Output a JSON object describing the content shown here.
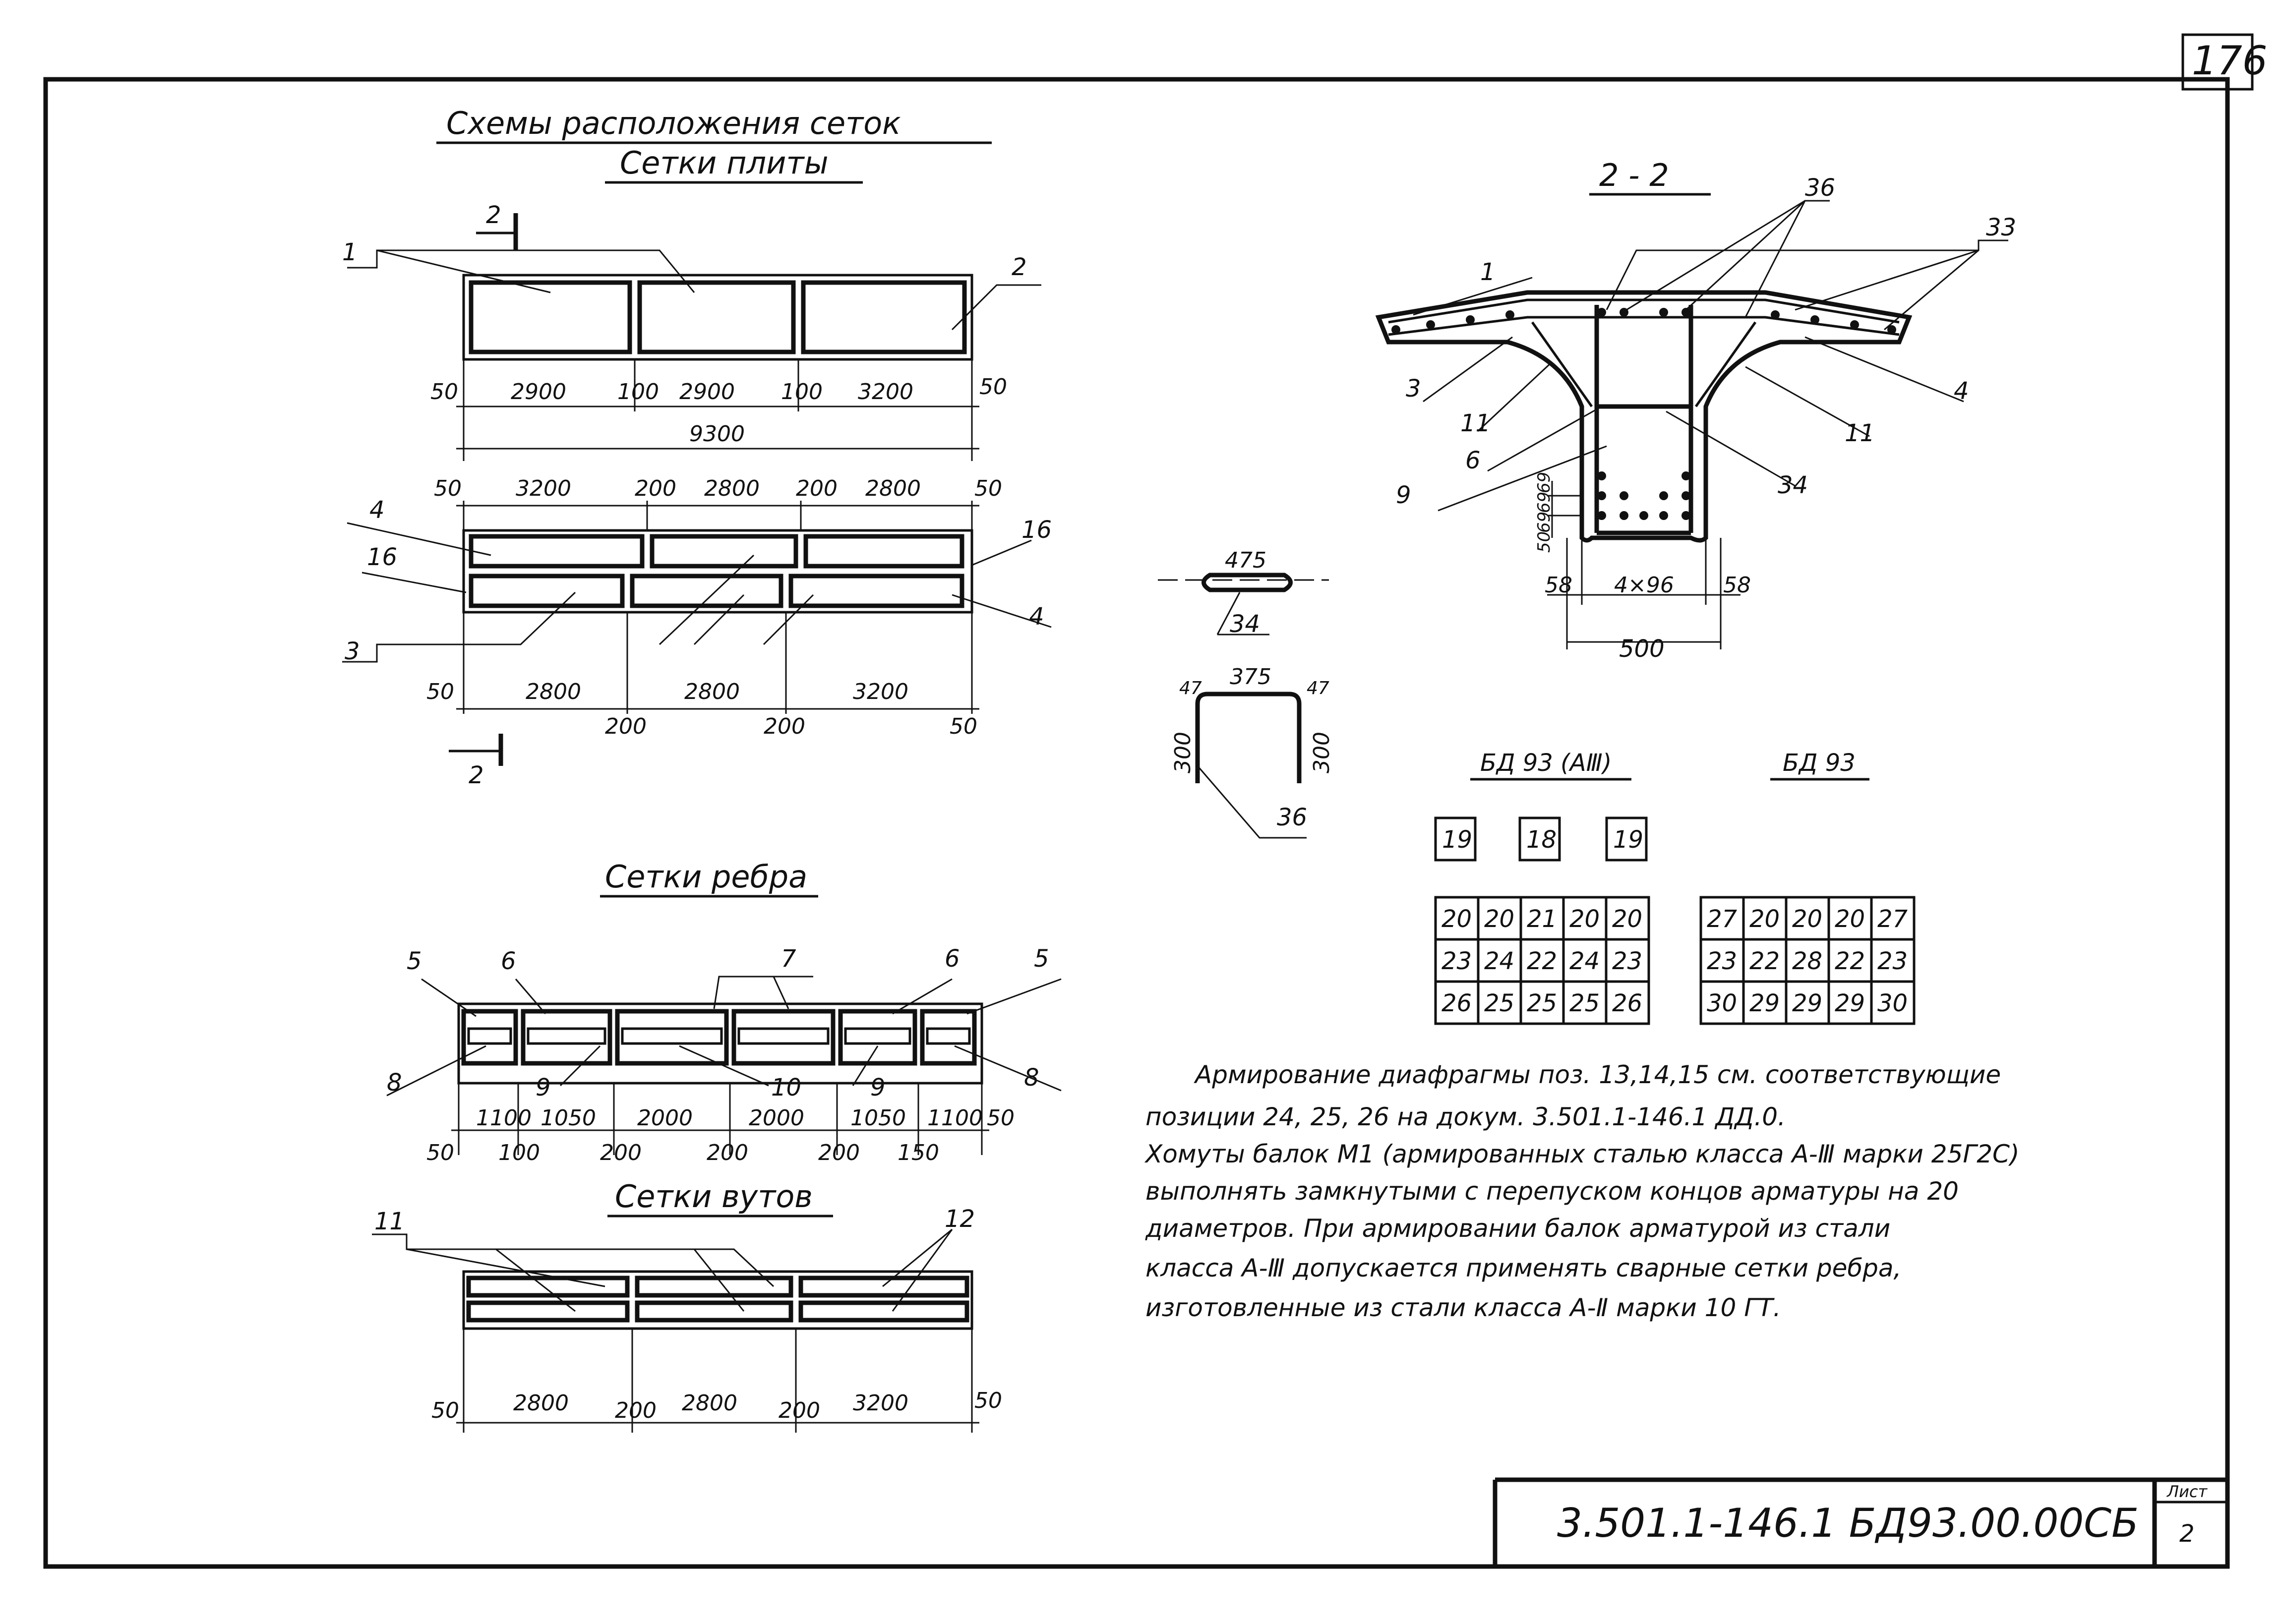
{
  "sheet_number": "176",
  "titles": {
    "main": "Схемы расположения сеток",
    "slab": "Сетки плиты",
    "rib": "Сетки ребра",
    "haunch": "Сетки вутов",
    "section": "2 - 2"
  },
  "slab_upper": {
    "dims": [
      "50",
      "2900",
      "100",
      "2900",
      "100",
      "3200",
      "50"
    ],
    "total": "9300",
    "labels": [
      "1",
      "2"
    ],
    "section_mark": "2"
  },
  "slab_lower": {
    "top_dims": [
      "50",
      "3200",
      "200",
      "2800",
      "200",
      "2800",
      "50"
    ],
    "bottom_dims": [
      "50",
      "2800",
      "200",
      "2800",
      "200",
      "3200",
      "50"
    ],
    "labels": [
      "4",
      "16",
      "3",
      "16",
      "4"
    ],
    "section_mark": "2"
  },
  "rib": {
    "dims": [
      "50",
      "1100",
      "100",
      "1050",
      "200",
      "2000",
      "200",
      "2000",
      "200",
      "1050",
      "150",
      "1100",
      "50"
    ],
    "labels": [
      "5",
      "6",
      "7",
      "6",
      "5",
      "8",
      "9",
      "10",
      "9",
      "8"
    ]
  },
  "haunch": {
    "dims": [
      "50",
      "2800",
      "200",
      "2800",
      "200",
      "3200",
      "50"
    ],
    "labels": [
      "11",
      "12"
    ]
  },
  "section": {
    "labels": [
      "36",
      "33",
      "1",
      "3",
      "4",
      "11",
      "11",
      "6",
      "34",
      "9"
    ],
    "dims_side": [
      "69",
      "69",
      "69",
      "50"
    ],
    "dims_bottom": [
      "58",
      "4×96",
      "58"
    ],
    "width": "500"
  },
  "detail_34": {
    "length": "475",
    "label": "34"
  },
  "detail_36": {
    "top": "375",
    "left_hook": "47",
    "right_hook": "47",
    "height_left": "300",
    "height_right": "300",
    "label": "36"
  },
  "tables": {
    "a_title": "БД 93 (АⅢ)",
    "b_title": "БД 93",
    "a_boxes": [
      "19",
      "18",
      "19"
    ],
    "a_rows": [
      [
        "20",
        "20",
        "21",
        "20",
        "20"
      ],
      [
        "23",
        "24",
        "22",
        "24",
        "23"
      ],
      [
        "26",
        "25",
        "25",
        "25",
        "26"
      ]
    ],
    "b_rows": [
      [
        "27",
        "20",
        "20",
        "20",
        "27"
      ],
      [
        "23",
        "22",
        "28",
        "22",
        "23"
      ],
      [
        "30",
        "29",
        "29",
        "29",
        "30"
      ]
    ]
  },
  "notes": [
    "Армирование диафрагмы поз. 13,14,15 см. соответствующие",
    "позиции 24, 25, 26 на докум. 3.501.1-146.1 ДД.0.",
    "Хомуты балок М1 (армированных сталью класса А-Ⅲ марки 25Г2С)",
    "выполнять замкнутыми с перепуском концов арматуры на 20",
    "диаметров. При армировании балок арматурой из стали",
    "класса А-Ⅲ допускается применять сварные сетки ребра,",
    "изготовленные из стали класса А-Ⅱ марки 10 ГТ."
  ],
  "stamp": {
    "code": "3.501.1-146.1  БД93.00.00СБ",
    "sheet_label": "Лист",
    "sheet_no": "2"
  }
}
